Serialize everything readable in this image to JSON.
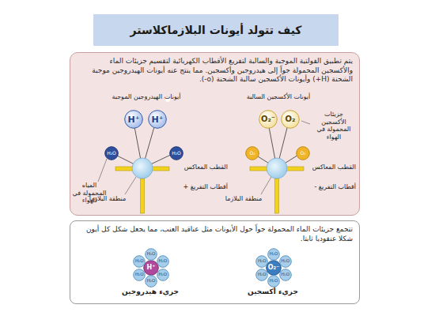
{
  "diagram": {
    "title": "كيف تتولد أيونات البلازماكلاستر",
    "nodes": [
      {
        "text": [
          "يتم تطبيق الفولتية الموجبة والسالبة لتفريغ الأقطاب الكهربائية لتقسيم جزيئات الماء والأكسجين المحمولة جواً إلى هيدروجين وأكسجين. مما ينتج عنه أيونات الهيدروجين موجبة الشحنة (H+) وأيونات الأكسجين سالبة الشحنة (o-)."
        ]
      },
      {
        "text": [
          "H⁺"
        ],
        "in": 0
      },
      {
        "text": [
          "H⁺"
        ],
        "in": 0
      },
      {
        "text": [
          "H₂O"
        ],
        "in": 0
      },
      {
        "text": [
          "H₂O"
        ],
        "in": 0
      },
      {
        "text": [
          "O₂⁻"
        ],
        "in": 0
      },
      {
        "text": [
          "O₂"
        ],
        "in": 0
      },
      {
        "text": [
          "O₂"
        ],
        "in": 0
      },
      {
        "text": [
          "O₂"
        ],
        "in": 0
      },
      {
        "text": [
          "تتجمع جزيئات الماء المحمولة جواً حول الأيونات مثل عناقيد العنب، مما يجعل شكل كل أيون شكلا عنقوديا ثابتا."
        ]
      },
      {
        "text": [
          "H⁺"
        ],
        "in": 9
      },
      {
        "text": [
          "H₂O"
        ],
        "in": 9
      },
      {
        "text": [
          "H₂O"
        ],
        "in": 9
      },
      {
        "text": [
          "H₂O"
        ],
        "in": 9
      },
      {
        "text": [
          "H₂O"
        ],
        "in": 9
      },
      {
        "text": [
          "H₂O"
        ],
        "in": 9
      },
      {
        "text": [
          "H₂O"
        ],
        "in": 9
      },
      {
        "text": [
          "O₂⁻"
        ],
        "in": 9
      },
      {
        "text": [
          "H₂O"
        ],
        "in": 9
      },
      {
        "text": [
          "H₂O"
        ],
        "in": 9
      },
      {
        "text": [
          "H₂O"
        ],
        "in": 9
      },
      {
        "text": [
          "H₂O"
        ],
        "in": 9
      },
      {
        "text": [
          "H₂O"
        ],
        "in": 9
      },
      {
        "text": [
          "H₂O"
        ],
        "in": 9
      }
    ],
    "labels": [
      "أيونات الهيدروجين الموجبة",
      "المياه المحمولة في الهواء",
      "القطب المعاكس",
      "أقطاب التفريغ +",
      "منطقة البلازما",
      "أيونات الأكسجين السالبة",
      "جزيئات الأكسجين المحمولة في الهواء",
      "القطب المعاكس",
      "أقطاب التفريغ -",
      "منطقة البلازما",
      "جزيء هيدروجين",
      "جزيء أكسجين"
    ]
  }
}
